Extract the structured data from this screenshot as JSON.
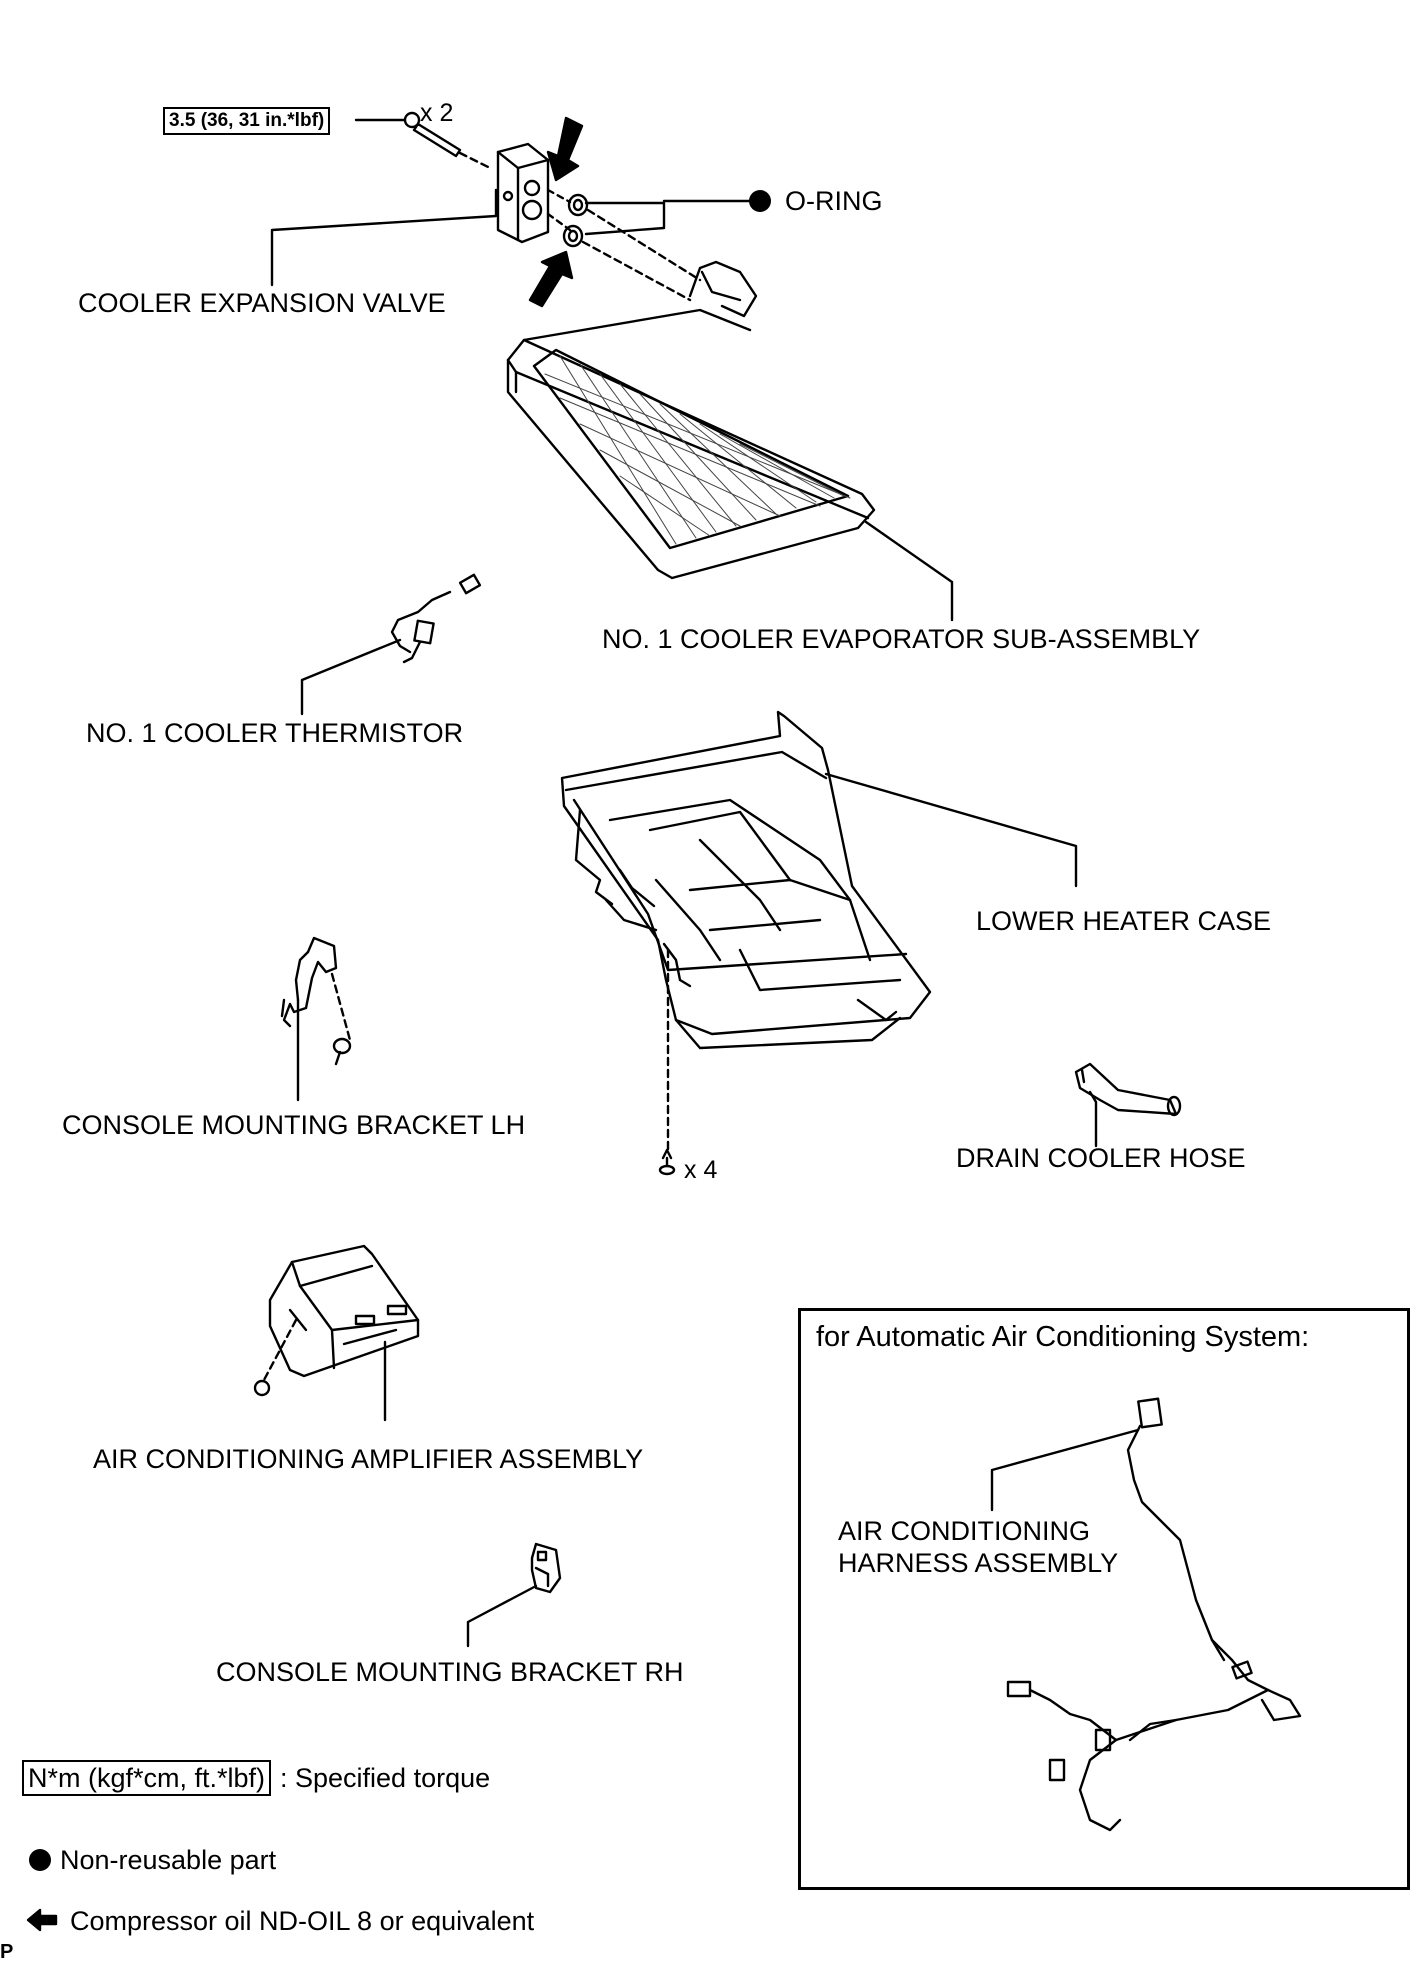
{
  "torque_value": "3.5 (36, 31 in.*lbf)",
  "qty_bolt": "x 2",
  "qty_screw": "x 4",
  "labels": {
    "o_ring": "O-RING",
    "expansion_valve": "COOLER EXPANSION VALVE",
    "evaporator": "NO. 1 COOLER EVAPORATOR SUB-ASSEMBLY",
    "thermistor": "NO. 1 COOLER THERMISTOR",
    "lower_case": "LOWER HEATER CASE",
    "bracket_lh": "CONSOLE MOUNTING BRACKET LH",
    "drain_hose": "DRAIN COOLER HOSE",
    "amplifier": "AIR CONDITIONING AMPLIFIER ASSEMBLY",
    "bracket_rh": "CONSOLE MOUNTING BRACKET RH"
  },
  "inset": {
    "title": "for Automatic Air Conditioning System:",
    "harness_line1": "AIR CONDITIONING",
    "harness_line2": "HARNESS ASSEMBLY"
  },
  "legend": {
    "torque_box": "N*m (kgf*cm, ft.*lbf)",
    "torque_text": ": Specified torque",
    "non_reusable": "Non-reusable part",
    "oil": "Compressor oil ND-OIL 8 or equivalent"
  },
  "corner_mark": "P"
}
